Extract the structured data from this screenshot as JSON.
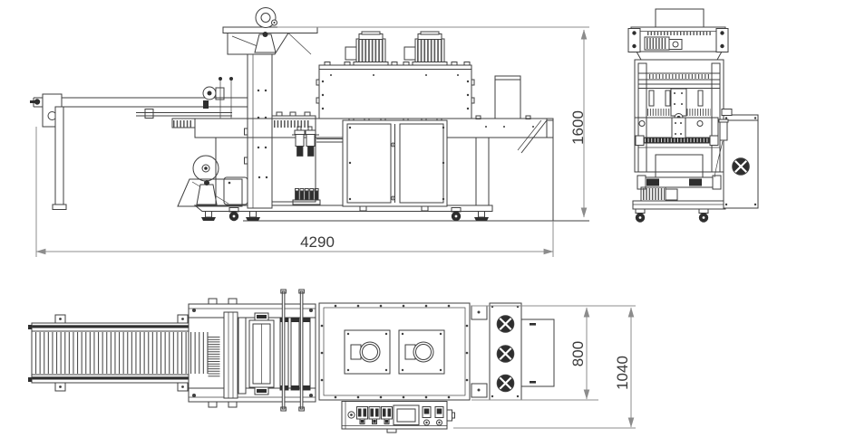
{
  "drawing": {
    "dimensions": {
      "overall_length": "4290",
      "machine_height": "1600",
      "tunnel_width": "800",
      "overall_width": "1040"
    },
    "colors": {
      "line": "#3f3f3f",
      "dimension_line": "#8c8c8c",
      "dark_fill": "#2e2e2e",
      "background": "#ffffff"
    }
  }
}
